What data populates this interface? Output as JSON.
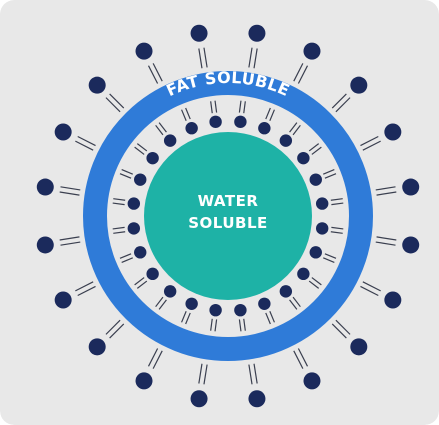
{
  "outer_label": "FAT SOLUBLE",
  "core_label_line1": "WATER",
  "core_label_line2": "SOLUBLE",
  "colors": {
    "background": "#e8e8e8",
    "ring": "#2f7bd8",
    "core": "#1eb2a6",
    "head": "#1b2a5c",
    "tail": "#3a3f4f",
    "text": "#ffffff"
  }
}
